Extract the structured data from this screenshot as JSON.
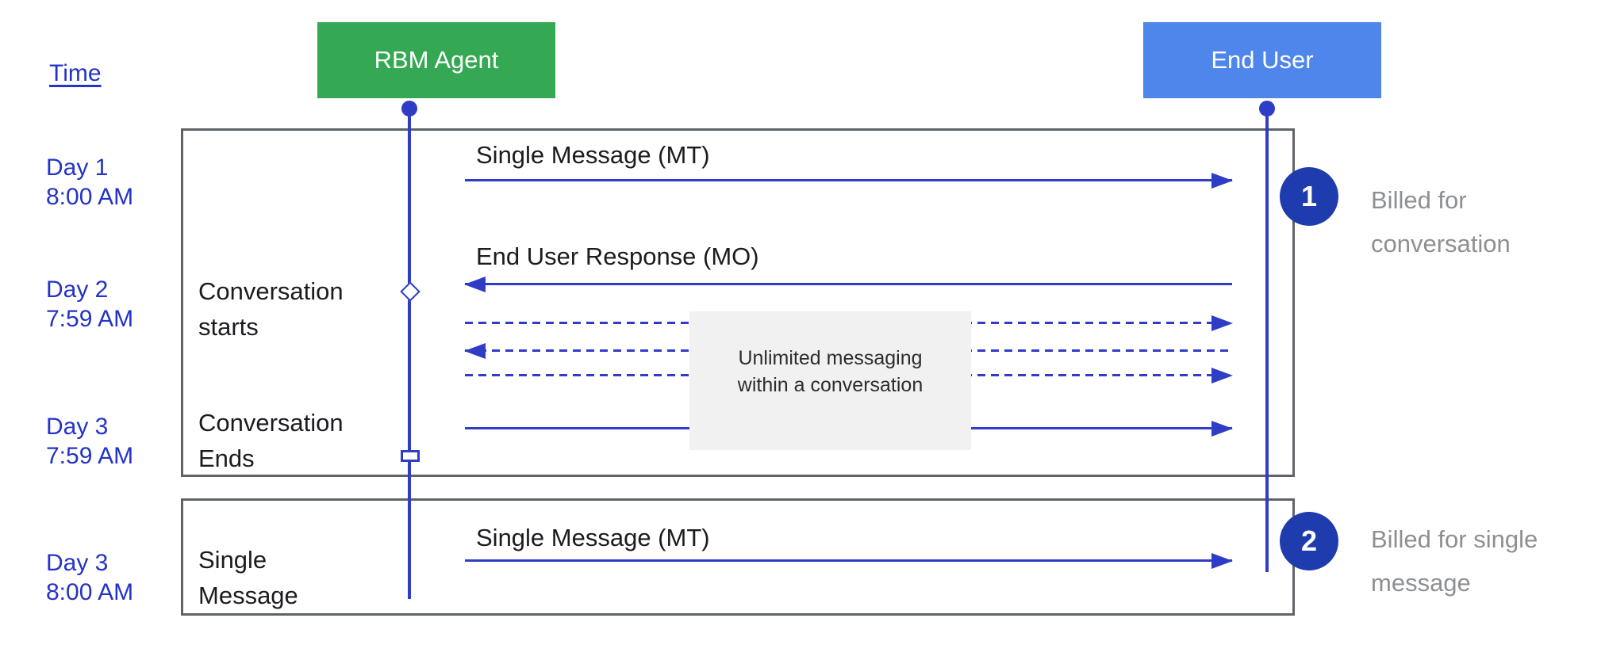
{
  "diagram": {
    "time_header": "Time",
    "participants": [
      {
        "id": "rbm-agent",
        "label": "RBM Agent"
      },
      {
        "id": "end-user",
        "label": "End User"
      }
    ],
    "timestamps": [
      {
        "day": "Day 1",
        "time": "8:00 AM"
      },
      {
        "day": "Day 2",
        "time": "7:59 AM"
      },
      {
        "day": "Day 3",
        "time": "7:59 AM"
      },
      {
        "day": "Day 3",
        "time": "8:00 AM"
      }
    ],
    "events": [
      {
        "lines": [
          "Conversation",
          "starts"
        ],
        "marker": "open-diamond"
      },
      {
        "lines": [
          "Conversation",
          "Ends"
        ],
        "marker": "open-square"
      },
      {
        "lines": [
          "Single",
          "Message"
        ],
        "marker": "none"
      }
    ],
    "messages": [
      {
        "label": "Single Message (MT)",
        "direction": "right",
        "style": "solid"
      },
      {
        "label": "End User Response (MO)",
        "direction": "left",
        "style": "solid"
      },
      {
        "label": "",
        "direction": "right",
        "style": "dashed"
      },
      {
        "label": "",
        "direction": "left",
        "style": "dashed"
      },
      {
        "label": "",
        "direction": "right",
        "style": "dashed"
      },
      {
        "label": "",
        "direction": "right",
        "style": "solid"
      },
      {
        "label": "Single Message (MT)",
        "direction": "right",
        "style": "solid"
      }
    ],
    "note_lines": [
      "Unlimited messaging",
      "within a conversation"
    ],
    "annotations": [
      {
        "number": "1",
        "lines": [
          "Billed for",
          "conversation"
        ]
      },
      {
        "number": "2",
        "lines": [
          "Billed for single",
          "message"
        ]
      }
    ]
  },
  "colors": {
    "agent-green": "#34a853",
    "user-blue": "#4e86ec",
    "line-blue": "#2f3cc6",
    "label-blue": "#2433c8",
    "badge-navy": "#1e3cad",
    "frame-gray": "#5f6368",
    "note-gray-bg": "#f1f1f1",
    "text-dark": "#1a1c20",
    "note-text": "#2d2d2d",
    "annotation-gray": "#8d9093"
  }
}
